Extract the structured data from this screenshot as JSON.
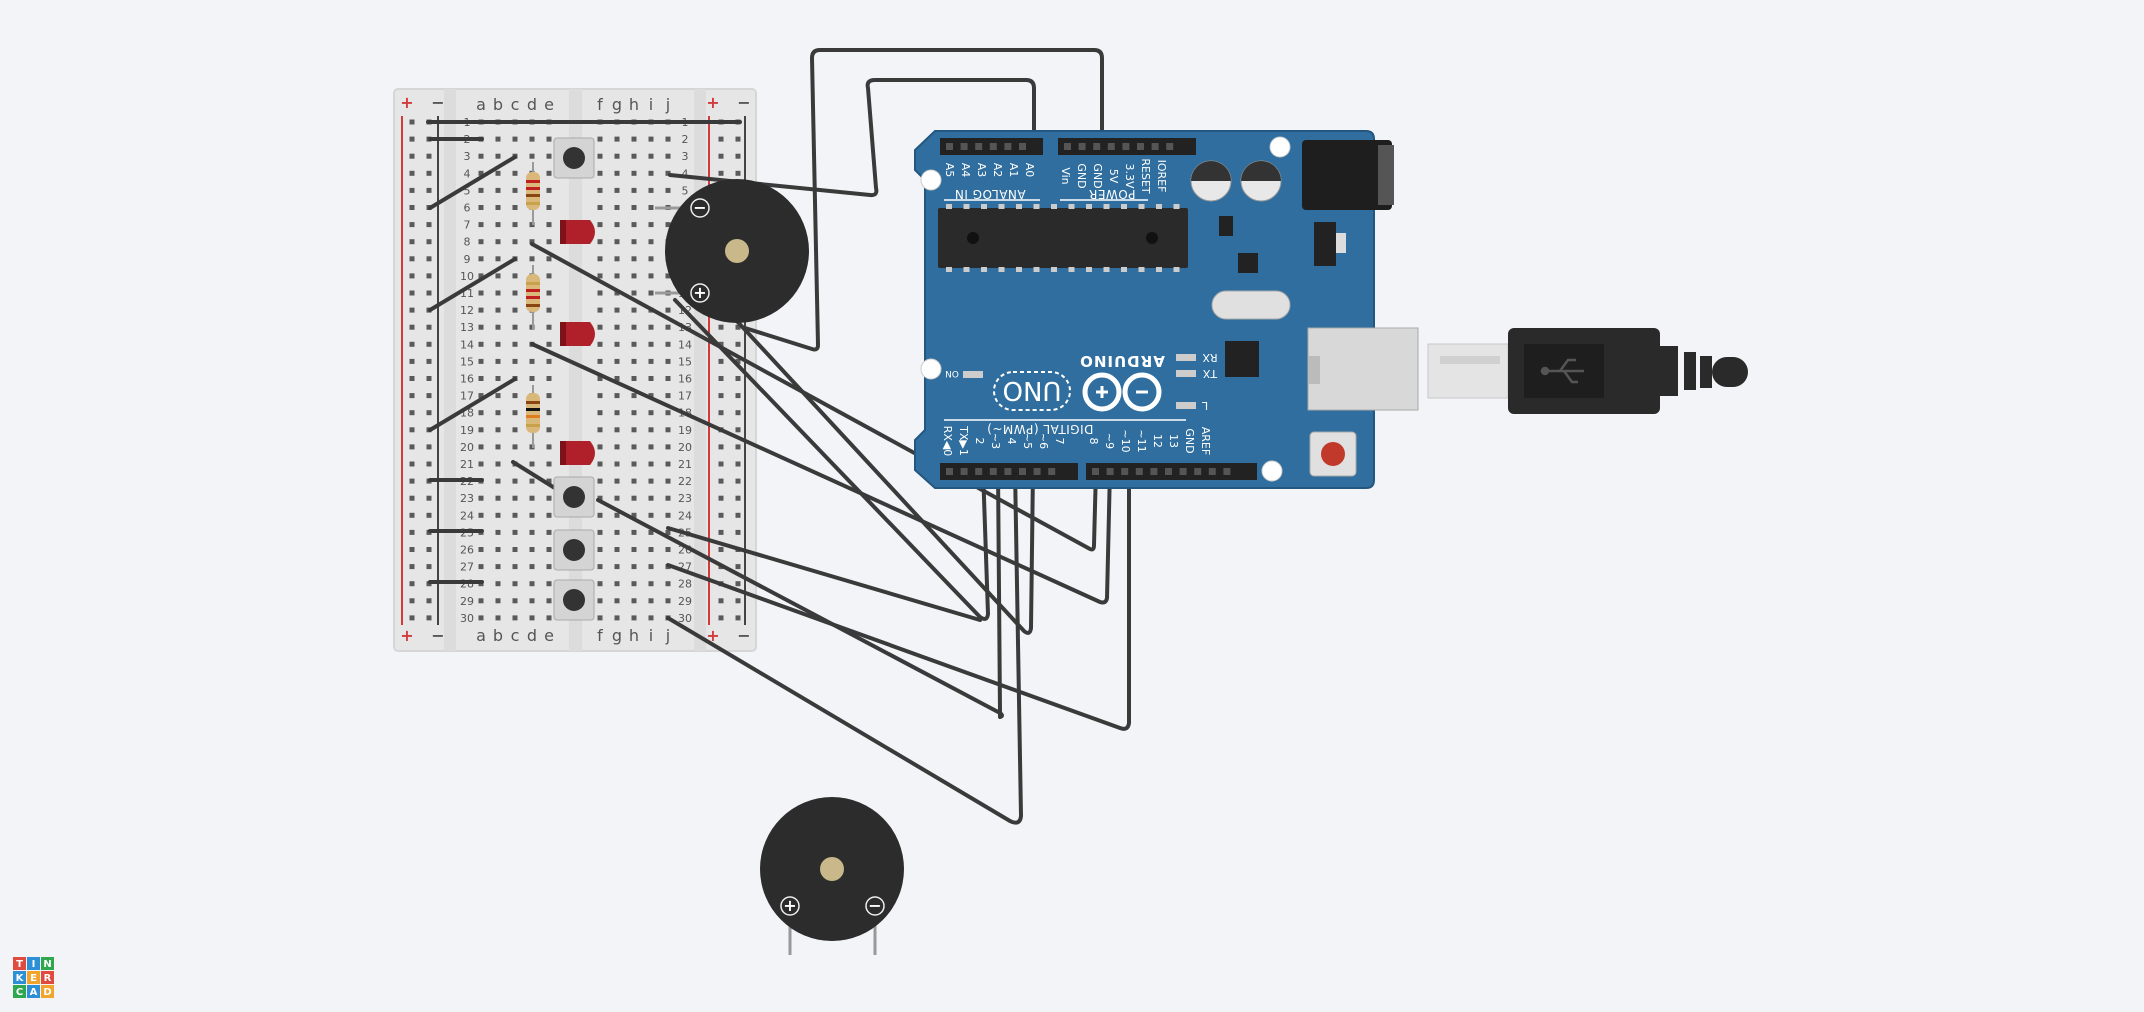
{
  "breadboard": {
    "letters_left": [
      "a",
      "b",
      "c",
      "d",
      "e"
    ],
    "letters_right": [
      "f",
      "g",
      "h",
      "i",
      "j"
    ],
    "plus": "+",
    "minus": "−",
    "row_numbers": [
      "1",
      "2",
      "3",
      "4",
      "5",
      "6",
      "7",
      "8",
      "9",
      "10",
      "11",
      "12",
      "13",
      "14",
      "15",
      "16",
      "17",
      "18",
      "19",
      "20",
      "21",
      "22",
      "23",
      "24",
      "25",
      "26",
      "27",
      "28",
      "29",
      "30"
    ]
  },
  "arduino": {
    "brand": "ARDUINO",
    "model": "UNO",
    "analog_label": "ANALOG IN",
    "power_label": "POWER",
    "digital_label": "DIGITAL (PWM~)",
    "analog_pins": [
      "A5",
      "A4",
      "A3",
      "A2",
      "A1",
      "A0"
    ],
    "power_pins": [
      "Vin",
      "GND",
      "GND",
      "5V",
      "3.3V",
      "RESET",
      "IOREF"
    ],
    "digital_low_pins": [
      "RX◀0",
      "TX▶1",
      "2",
      "~3",
      "4",
      "~5",
      "~6",
      "7"
    ],
    "digital_high_pins": [
      "8",
      "~9",
      "~10",
      "~11",
      "12",
      "13",
      "GND",
      "AREF"
    ],
    "leds": [
      "RX",
      "TX",
      "L"
    ],
    "on_label": "ON"
  },
  "buzzers": {
    "plus": "+",
    "minus": "−"
  },
  "logo": {
    "letters": [
      "T",
      "I",
      "N",
      "K",
      "E",
      "R",
      "C",
      "A",
      "D"
    ]
  },
  "colors": {
    "background": "#f2f4f7",
    "arduino_blue": "#2f6e9e",
    "wire": "#3a3a3a",
    "led_red": "#b0202a",
    "buzzer": "#2c2c2c",
    "rail_red": "#d23b3b"
  }
}
